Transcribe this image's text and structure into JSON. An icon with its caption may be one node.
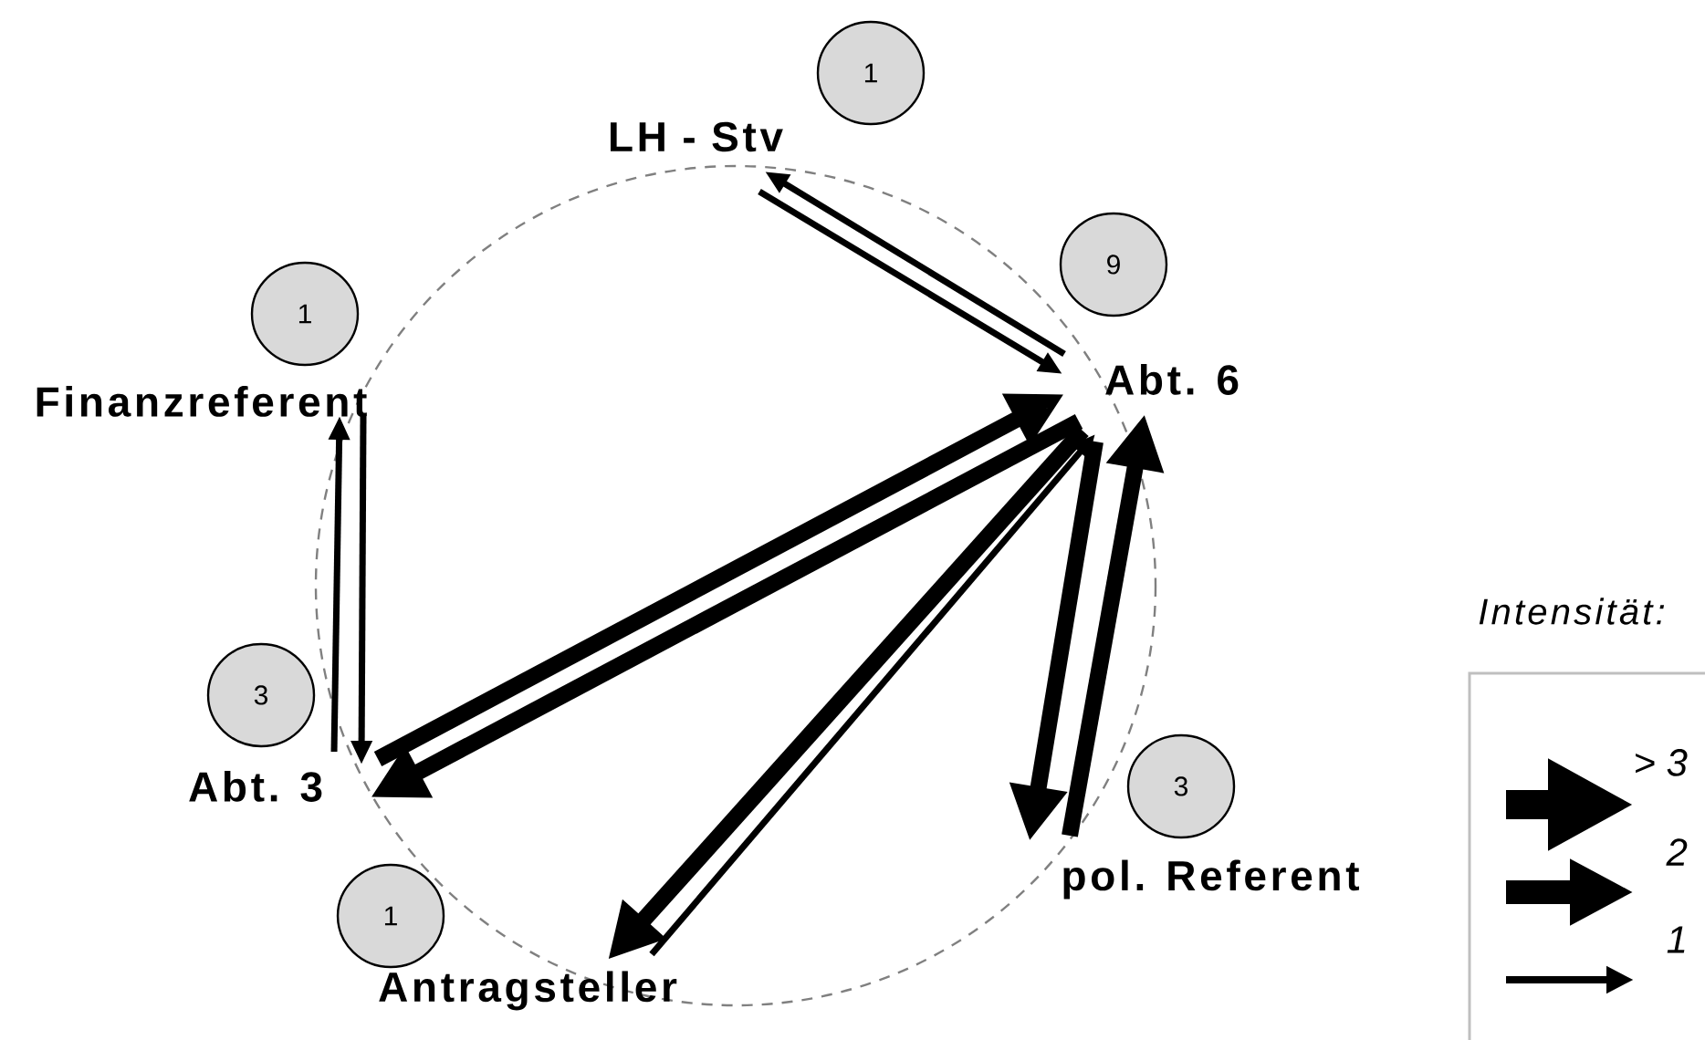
{
  "diagram": {
    "nodes": [
      {
        "text": [
          "1"
        ]
      },
      {
        "text": [
          "LH - Stv"
        ]
      },
      {
        "text": [
          "9"
        ]
      },
      {
        "text": [
          "1"
        ]
      },
      {
        "text": [
          "Abt. 6"
        ]
      },
      {
        "text": [
          "Finanzreferent"
        ]
      },
      {
        "text": [
          "3"
        ]
      },
      {
        "text": [
          "Abt. 3"
        ]
      },
      {
        "text": [
          "3"
        ]
      },
      {
        "text": [
          "pol. Referent"
        ]
      },
      {
        "text": [
          "1"
        ]
      },
      {
        "text": [
          "Antragsteller"
        ]
      }
    ],
    "edges": [
      {
        "from": 4,
        "to": 1,
        "arrow": "to"
      },
      {
        "from": 1,
        "to": 4,
        "arrow": "to"
      },
      {
        "from": 7,
        "to": 5,
        "arrow": "to"
      },
      {
        "from": 5,
        "to": 7,
        "arrow": "to"
      },
      {
        "from": 7,
        "to": 4,
        "arrow": "to",
        "style": "thick"
      },
      {
        "from": 4,
        "to": 7,
        "arrow": "to",
        "style": "thick"
      },
      {
        "from": 4,
        "to": 11,
        "arrow": "to",
        "style": "thick"
      },
      {
        "from": 11,
        "to": 4,
        "arrow": "to"
      },
      {
        "from": 4,
        "to": 9,
        "arrow": "to",
        "style": "thick"
      },
      {
        "from": 9,
        "to": 4,
        "arrow": "to",
        "style": "thick"
      }
    ],
    "labels": [
      "Intensität:"
    ],
    "legend": [
      {
        "text": "> 3"
      },
      {
        "text": "2"
      },
      {
        "text": "1"
      }
    ]
  }
}
